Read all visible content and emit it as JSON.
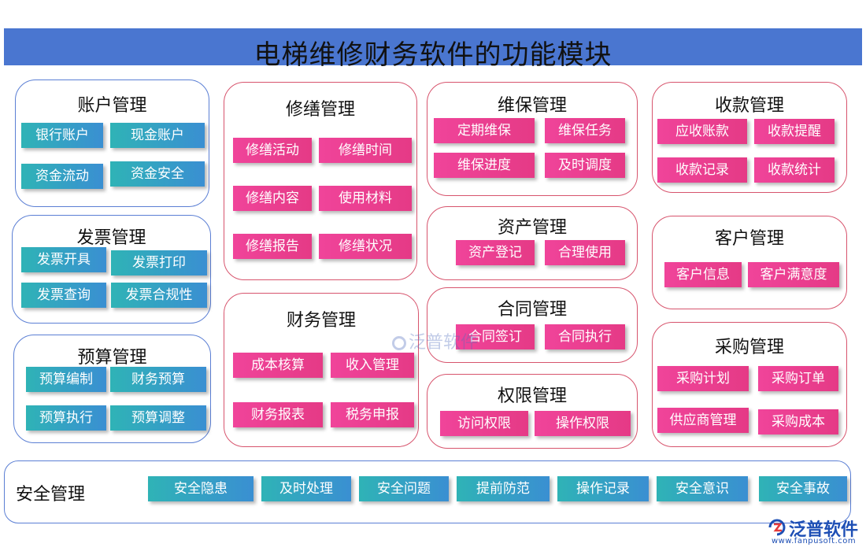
{
  "title": "电梯维修财务软件的功能模块",
  "modules": {
    "account": {
      "title": "账户管理",
      "items": [
        "银行账户",
        "现金账户",
        "资金流动",
        "资金安全"
      ]
    },
    "invoice": {
      "title": "发票管理",
      "items": [
        "发票开具",
        "发票打印",
        "发票查询",
        "发票合规性"
      ]
    },
    "budget": {
      "title": "预算管理",
      "items": [
        "预算编制",
        "财务预算",
        "预算执行",
        "预算调整"
      ]
    },
    "repair": {
      "title": "修缮管理",
      "items": [
        "修缮活动",
        "修缮时间",
        "修缮内容",
        "使用材料",
        "修缮报告",
        "修缮状况"
      ]
    },
    "finance": {
      "title": "财务管理",
      "items": [
        "成本核算",
        "收入管理",
        "财务报表",
        "税务申报"
      ]
    },
    "maintenance": {
      "title": "维保管理",
      "items": [
        "定期维保",
        "维保任务",
        "维保进度",
        "及时调度"
      ]
    },
    "asset": {
      "title": "资产管理",
      "items": [
        "资产登记",
        "合理使用"
      ]
    },
    "contract": {
      "title": "合同管理",
      "items": [
        "合同签订",
        "合同执行"
      ]
    },
    "permission": {
      "title": "权限管理",
      "items": [
        "访问权限",
        "操作权限"
      ]
    },
    "collection": {
      "title": "收款管理",
      "items": [
        "应收账款",
        "收款提醒",
        "收款记录",
        "收款统计"
      ]
    },
    "customer": {
      "title": "客户管理",
      "items": [
        "客户信息",
        "客户满意度"
      ]
    },
    "purchase": {
      "title": "采购管理",
      "items": [
        "采购计划",
        "采购订单",
        "供应商管理",
        "采购成本"
      ]
    },
    "security": {
      "title": "安全管理",
      "items": [
        "安全隐患",
        "及时处理",
        "安全问题",
        "提前防范",
        "操作记录",
        "安全意识",
        "安全事故"
      ]
    }
  },
  "watermark": "泛普软件",
  "logo": {
    "name": "泛普软件",
    "url": "www.fanpusoft.com"
  },
  "colors": {
    "title_bar": "#4a76d0",
    "teal_chip": "#2fb3b6",
    "pink_chip": "#f0449a",
    "blue_border": "#5b7fd4",
    "red_border": "#d7546d"
  }
}
